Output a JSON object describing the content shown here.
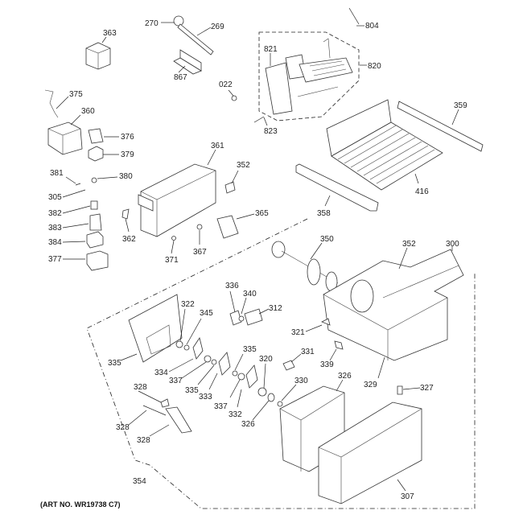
{
  "diagram": {
    "title": "Ice maker / dispenser parts",
    "footer_note": "(ART NO. WR19738 C7)",
    "callouts": [
      {
        "id": "c270",
        "label": "270"
      },
      {
        "id": "c269",
        "label": "269"
      },
      {
        "id": "c363",
        "label": "363"
      },
      {
        "id": "c867",
        "label": "867"
      },
      {
        "id": "c022",
        "label": "022"
      },
      {
        "id": "c804",
        "label": "804"
      },
      {
        "id": "c821",
        "label": "821"
      },
      {
        "id": "c820",
        "label": "820"
      },
      {
        "id": "c823",
        "label": "823"
      },
      {
        "id": "c375",
        "label": "375"
      },
      {
        "id": "c360",
        "label": "360"
      },
      {
        "id": "c376",
        "label": "376"
      },
      {
        "id": "c379",
        "label": "379"
      },
      {
        "id": "c381",
        "label": "381"
      },
      {
        "id": "c380",
        "label": "380"
      },
      {
        "id": "c305",
        "label": "305"
      },
      {
        "id": "c382",
        "label": "382"
      },
      {
        "id": "c383",
        "label": "383"
      },
      {
        "id": "c384",
        "label": "384"
      },
      {
        "id": "c377",
        "label": "377"
      },
      {
        "id": "c361",
        "label": "361"
      },
      {
        "id": "c352a",
        "label": "352"
      },
      {
        "id": "c362",
        "label": "362"
      },
      {
        "id": "c365",
        "label": "365"
      },
      {
        "id": "c371",
        "label": "371"
      },
      {
        "id": "c367",
        "label": "367"
      },
      {
        "id": "c359",
        "label": "359"
      },
      {
        "id": "c416",
        "label": "416"
      },
      {
        "id": "c358",
        "label": "358"
      },
      {
        "id": "c350",
        "label": "350"
      },
      {
        "id": "c352b",
        "label": "352"
      },
      {
        "id": "c300",
        "label": "300"
      },
      {
        "id": "c312",
        "label": "312"
      },
      {
        "id": "c336",
        "label": "336"
      },
      {
        "id": "c340",
        "label": "340"
      },
      {
        "id": "c322",
        "label": "322"
      },
      {
        "id": "c335a",
        "label": "335"
      },
      {
        "id": "c345",
        "label": "345"
      },
      {
        "id": "c334",
        "label": "334"
      },
      {
        "id": "c337a",
        "label": "337"
      },
      {
        "id": "c335b",
        "label": "335"
      },
      {
        "id": "c333",
        "label": "333"
      },
      {
        "id": "c335c",
        "label": "335"
      },
      {
        "id": "c337b",
        "label": "337"
      },
      {
        "id": "c332",
        "label": "332"
      },
      {
        "id": "c320",
        "label": "320"
      },
      {
        "id": "c326a",
        "label": "326"
      },
      {
        "id": "c321",
        "label": "321"
      },
      {
        "id": "c331",
        "label": "331"
      },
      {
        "id": "c339",
        "label": "339"
      },
      {
        "id": "c330",
        "label": "330"
      },
      {
        "id": "c326b",
        "label": "326"
      },
      {
        "id": "c329",
        "label": "329"
      },
      {
        "id": "c327",
        "label": "327"
      },
      {
        "id": "c328a",
        "label": "328"
      },
      {
        "id": "c328b",
        "label": "328"
      },
      {
        "id": "c328c",
        "label": "328"
      },
      {
        "id": "c354",
        "label": "354"
      },
      {
        "id": "c307",
        "label": "307"
      }
    ]
  }
}
